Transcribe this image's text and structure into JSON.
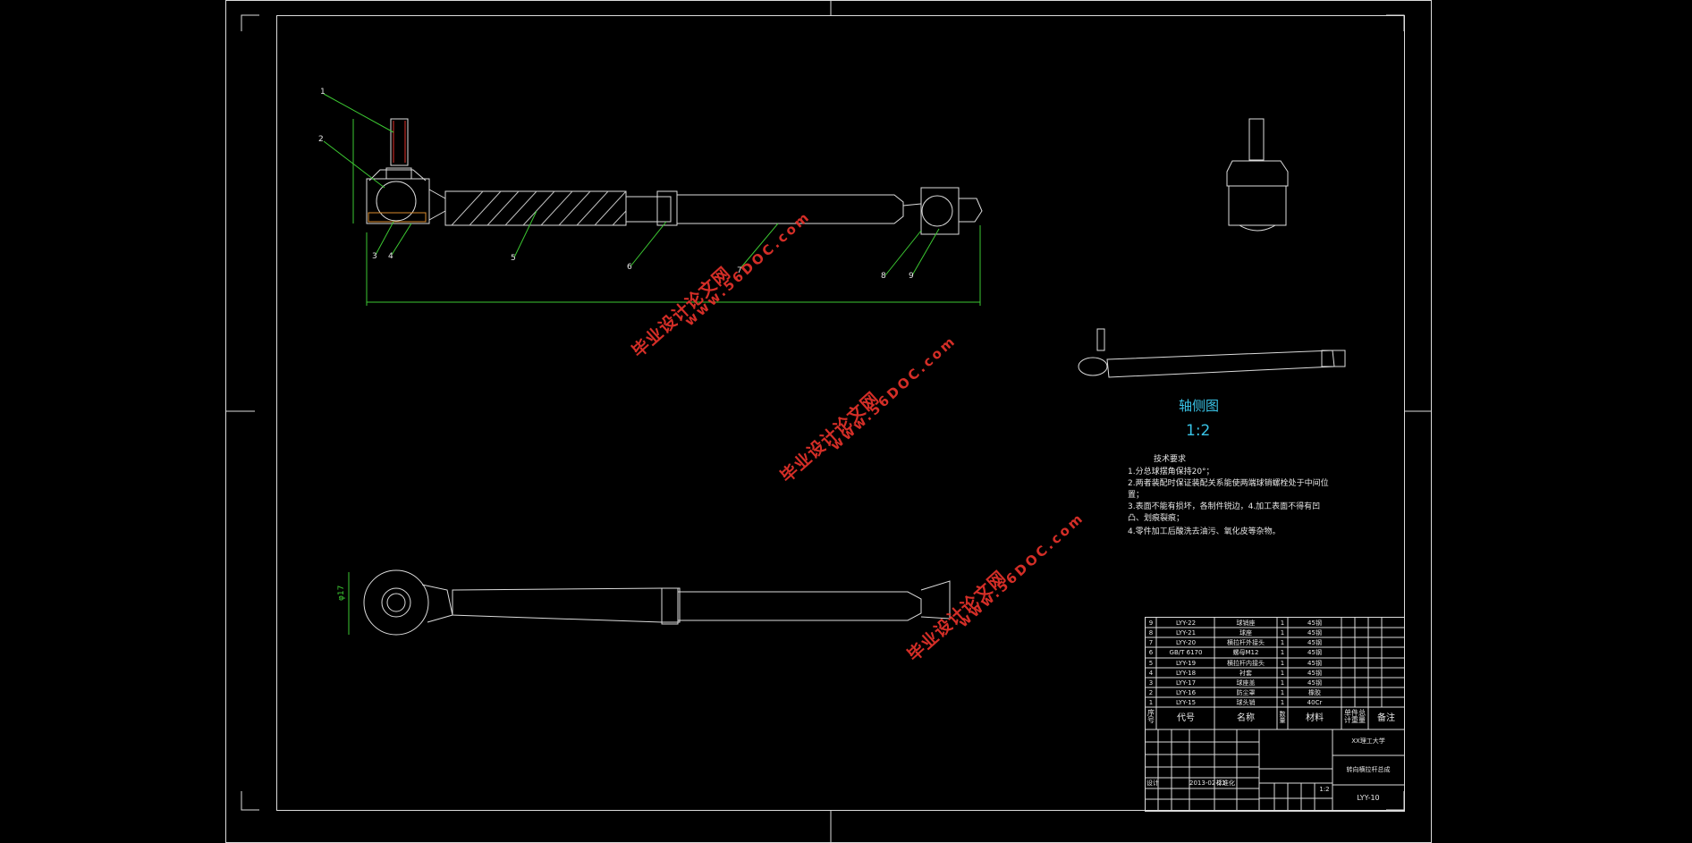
{
  "drawing": {
    "view_title": "轴侧图",
    "view_scale": "1:2",
    "requirements_title": "技术要求",
    "requirements": [
      "1.分总球摆角保持20°；",
      "2.两者装配时保证装配关系能使两端球销螺栓处于中间位",
      "置；",
      "3.表面不能有损坏，各制件锐边，4.加工表面不得有凹",
      "凸、划痕裂痕；",
      "4.零件加工后酸洗去油污、氧化皮等杂物。"
    ],
    "part_callouts": [
      "1",
      "2",
      "3",
      "4",
      "5",
      "6",
      "7",
      "8",
      "9"
    ],
    "dimension_label": "φ17"
  },
  "bom": {
    "rows": [
      {
        "no": "9",
        "code": "LYY-22",
        "name": "球销座",
        "qty": "1",
        "material": "45钢"
      },
      {
        "no": "8",
        "code": "LYY-21",
        "name": "球座",
        "qty": "1",
        "material": "45钢"
      },
      {
        "no": "7",
        "code": "LYY-20",
        "name": "横拉杆外接头",
        "qty": "1",
        "material": "45钢"
      },
      {
        "no": "6",
        "code": "GB/T 6170",
        "name": "螺母M12",
        "qty": "1",
        "material": "45钢"
      },
      {
        "no": "5",
        "code": "LYY-19",
        "name": "横拉杆内接头",
        "qty": "1",
        "material": "45钢"
      },
      {
        "no": "4",
        "code": "LYY-18",
        "name": "衬套",
        "qty": "1",
        "material": "45钢"
      },
      {
        "no": "3",
        "code": "LYY-17",
        "name": "球座盖",
        "qty": "1",
        "material": "45钢"
      },
      {
        "no": "2",
        "code": "LYY-16",
        "name": "防尘罩",
        "qty": "1",
        "material": "橡胶"
      },
      {
        "no": "1",
        "code": "LYY-15",
        "name": "球头销",
        "qty": "1",
        "material": "40Cr"
      }
    ],
    "header": {
      "no": "序号",
      "code": "代号",
      "name": "名称",
      "qty": "数量",
      "material": "材料",
      "weight": "单件总计重量",
      "note": "备注"
    }
  },
  "title_block": {
    "school": "XX理工大学",
    "drawing_name": "转向横拉杆总成",
    "drawing_no": "LYY-10",
    "date": "2013-02-21",
    "designer_label": "设计",
    "standard_label": "标准化",
    "scale_value": "1:2"
  },
  "watermark": {
    "text_cn": "毕业设计论文网",
    "url": "www.56DOC.com"
  }
}
